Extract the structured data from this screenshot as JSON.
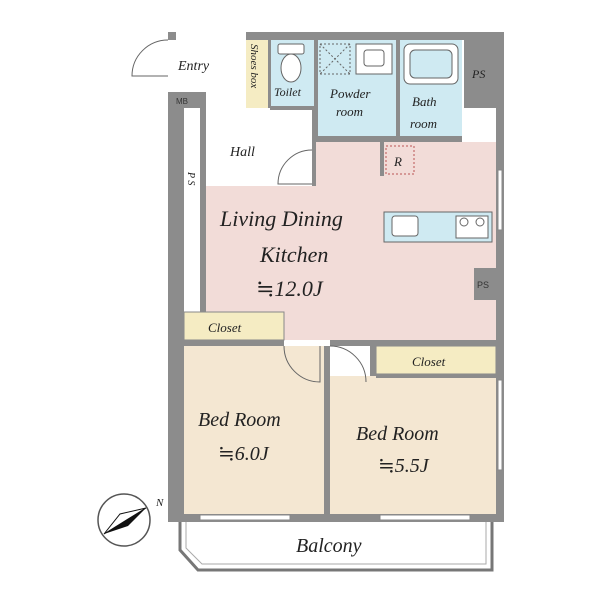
{
  "rooms": {
    "entry": "Entry",
    "shoes_box": "Shoes box",
    "toilet": "Toilet",
    "powder_room_1": "Powder",
    "powder_room_2": "room",
    "bath_room_1": "Bath",
    "bath_room_2": "room",
    "ps_top": "PS",
    "mb": "MB",
    "hall": "Hall",
    "refrigerator": "R",
    "ps_left": "P S",
    "ldk_line1": "Living Dining",
    "ldk_line2": "Kitchen",
    "ldk_size": "≒12.0J",
    "ps_right": "PS",
    "closet_left": "Closet",
    "closet_right": "Closet",
    "bedroom_left": "Bed Room",
    "bedroom_left_size": "≒6.0J",
    "bedroom_right": "Bed Room",
    "bedroom_right_size": "≒5.5J",
    "balcony": "Balcony",
    "compass_north": "N"
  },
  "colors": {
    "wall": "#8c8c8c",
    "ldk": "#f2dcd8",
    "bedroom": "#f4e7d2",
    "wet_area": "#cfeaf2",
    "closet": "#f5ecc3",
    "hall": "#ffffff"
  }
}
